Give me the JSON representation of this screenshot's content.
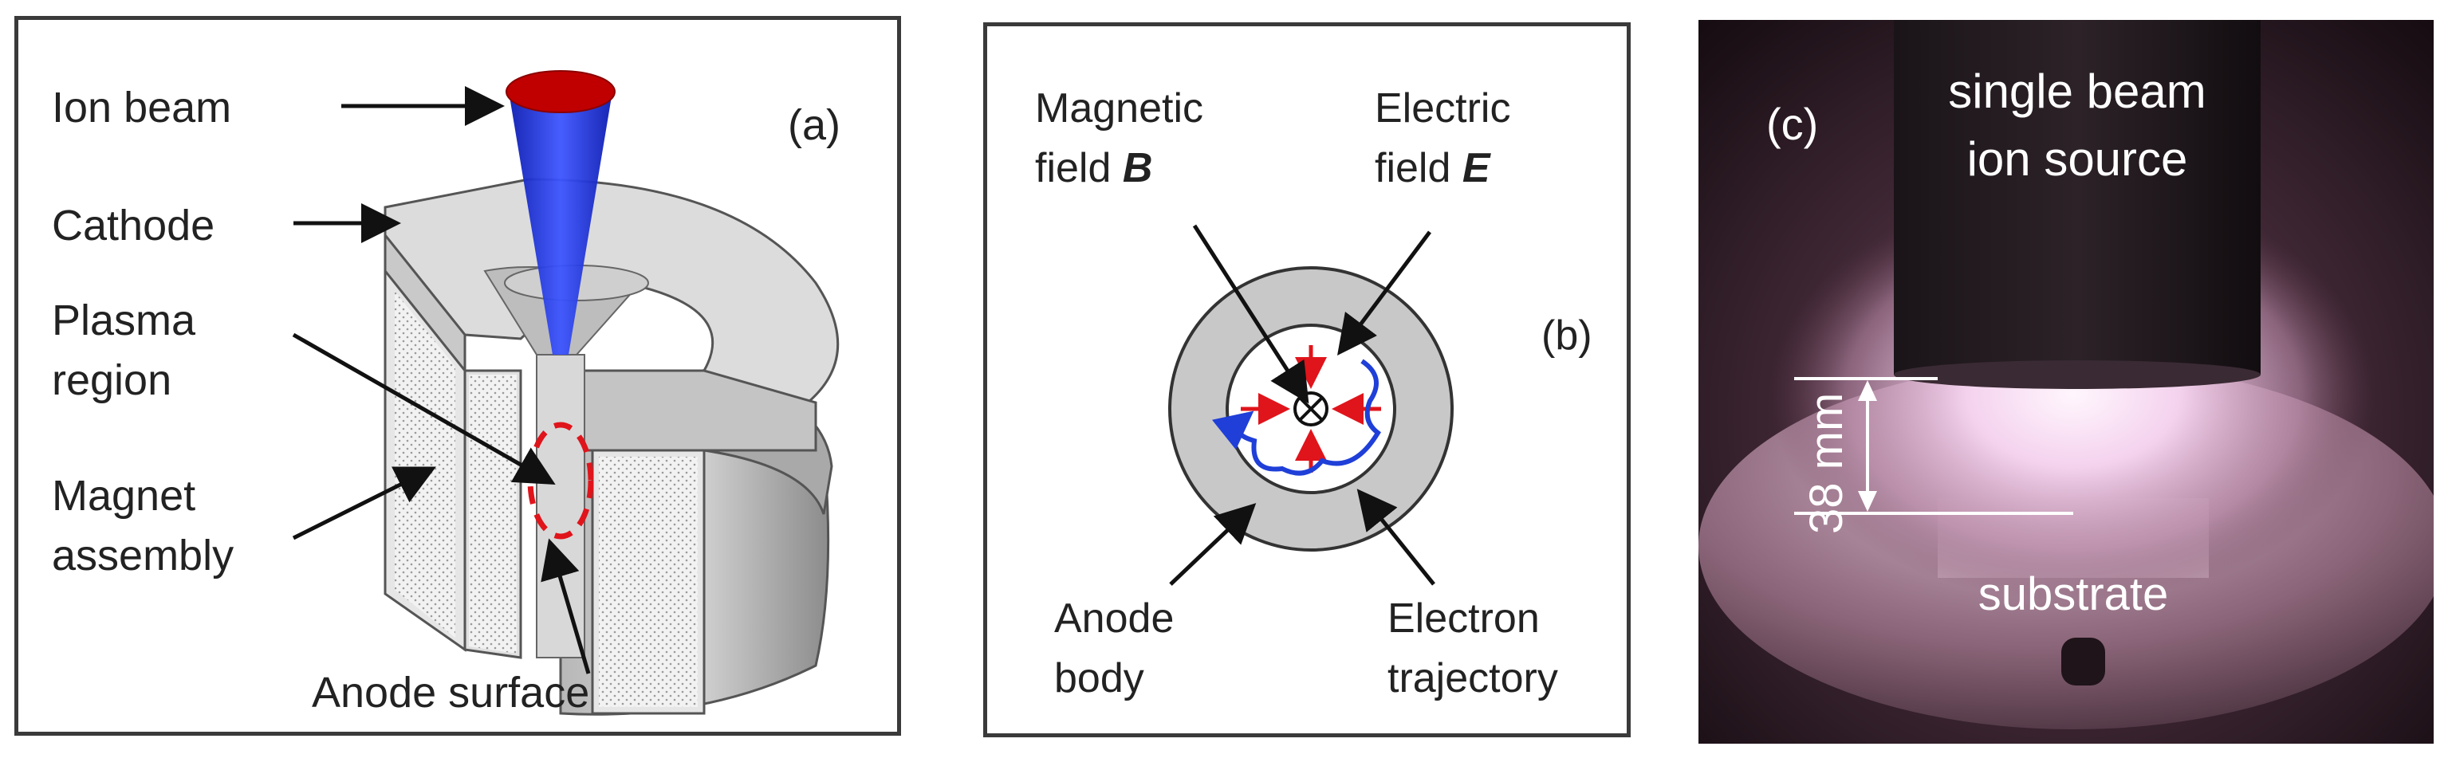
{
  "panel_a": {
    "tag": "(a)",
    "labels": {
      "ion_beam": "Ion beam",
      "cathode": "Cathode",
      "plasma_line1": "Plasma",
      "plasma_line2": "region",
      "magnet_line1": "Magnet",
      "magnet_line2": "assembly",
      "anode_surface": "Anode surface"
    }
  },
  "panel_b": {
    "tag": "(b)",
    "labels": {
      "magnetic_line1": "Magnetic",
      "magnetic_line2_prefix": "field ",
      "magnetic_symbol": "B",
      "electric_line1": "Electric",
      "electric_line2_prefix": "field ",
      "electric_symbol": "E",
      "anode_line1": "Anode",
      "anode_line2": "body",
      "electron_line1": "Electron",
      "electron_line2": "trajectory"
    }
  },
  "panel_c": {
    "tag": "(c)",
    "source_line1": "single beam",
    "source_line2": "ion source",
    "distance": "38 mm",
    "substrate": "substrate"
  },
  "colors": {
    "beam_red": "#c00000",
    "beam_blue": "#1f2bd8",
    "field_arrow_red": "#e0141b",
    "electron_blue": "#1f3fd8",
    "glow_pink": "#f4d2ee"
  }
}
